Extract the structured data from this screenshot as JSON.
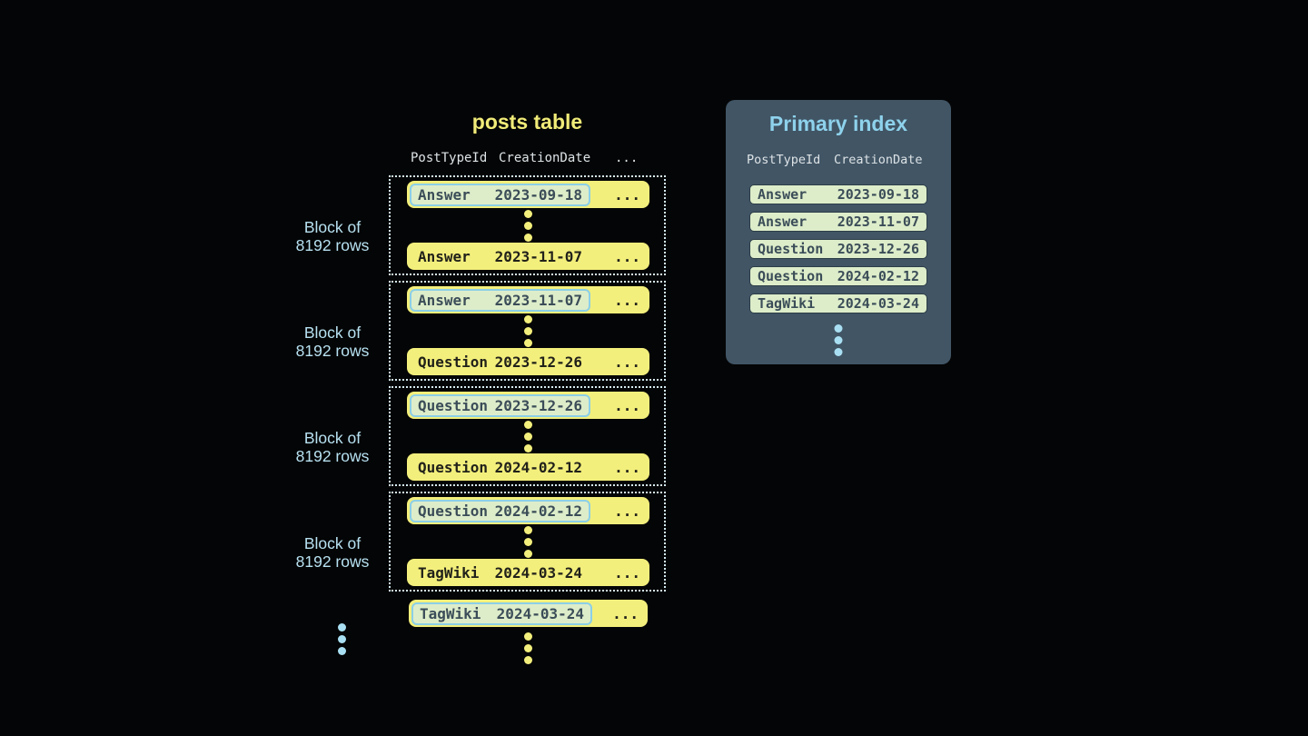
{
  "posts_table": {
    "title": "posts table",
    "columns": [
      "PostTypeId",
      "CreationDate"
    ],
    "ellipsis": "...",
    "block_label_line1": "Block of",
    "block_label_line2": "8192 rows",
    "blocks": [
      {
        "first": {
          "type": "Answer",
          "date": "2023-09-18"
        },
        "last": {
          "type": "Answer",
          "date": "2023-11-07"
        }
      },
      {
        "first": {
          "type": "Answer",
          "date": "2023-11-07"
        },
        "last": {
          "type": "Question",
          "date": "2023-12-26"
        }
      },
      {
        "first": {
          "type": "Question",
          "date": "2023-12-26"
        },
        "last": {
          "type": "Question",
          "date": "2024-02-12"
        }
      },
      {
        "first": {
          "type": "Question",
          "date": "2024-02-12"
        },
        "last": {
          "type": "TagWiki",
          "date": "2024-03-24"
        }
      }
    ],
    "overflow_row": {
      "type": "TagWiki",
      "date": "2024-03-24"
    }
  },
  "primary_index": {
    "title": "Primary index",
    "columns": [
      "PostTypeId",
      "CreationDate"
    ],
    "entries": [
      {
        "type": "Answer",
        "date": "2023-09-18"
      },
      {
        "type": "Answer",
        "date": "2023-11-07"
      },
      {
        "type": "Question",
        "date": "2023-12-26"
      },
      {
        "type": "Question",
        "date": "2024-02-12"
      },
      {
        "type": "TagWiki",
        "date": "2024-03-24"
      }
    ]
  },
  "colors": {
    "bg": "#040506",
    "row_yellow": "#f3ef7c",
    "title_yellow": "#f1ec78",
    "dark_text": "#21211a",
    "slate_text": "#3b4d58",
    "green_highlight": "#ddedca",
    "highlight_border": "#8bcfe8",
    "index_row_border": "#2c3d47",
    "panel_bg": "#415565",
    "index_title_blue": "#8ed2ec",
    "label_blue": "#b7e1f1",
    "blue_dots": "#a9dff2",
    "dotted_border": "#d6edf6",
    "header_text": "#dde3e6"
  }
}
